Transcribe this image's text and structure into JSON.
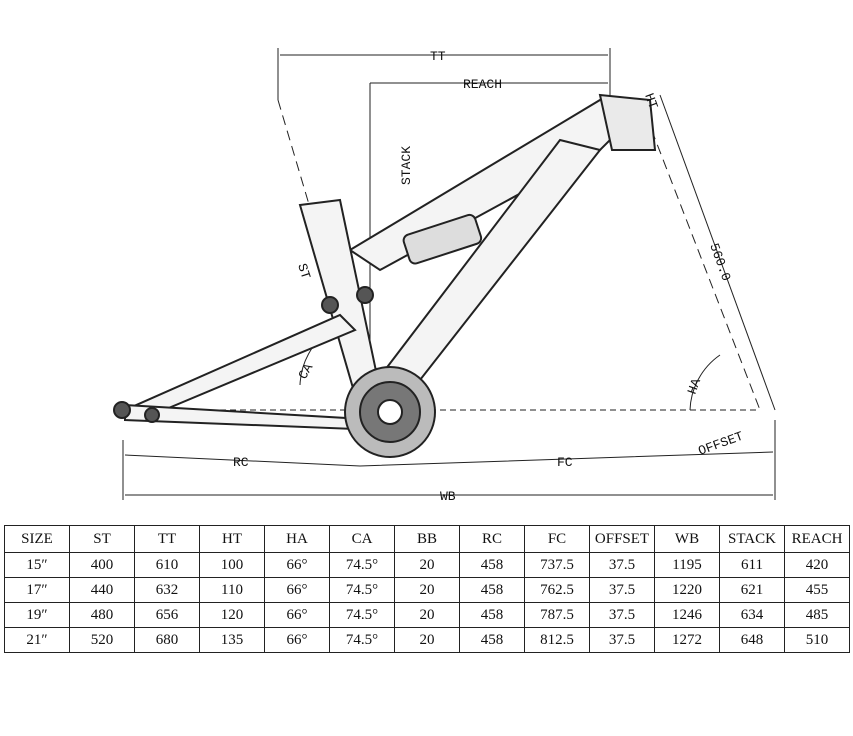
{
  "diagram": {
    "labels": {
      "tt": "TT",
      "reach": "REACH",
      "stack": "STACK",
      "ht": "HT",
      "length_560": "560.0",
      "st": "ST",
      "ca": "CA",
      "ha": "HA",
      "offset": "OFFSET",
      "rc": "RC",
      "fc": "FC",
      "wb": "WB"
    }
  },
  "table": {
    "headers": [
      "SIZE",
      "ST",
      "TT",
      "HT",
      "HA",
      "CA",
      "BB",
      "RC",
      "FC",
      "OFFSET",
      "WB",
      "STACK",
      "REACH"
    ],
    "rows": [
      [
        "15″",
        "400",
        "610",
        "100",
        "66°",
        "74.5°",
        "20",
        "458",
        "737.5",
        "37.5",
        "1195",
        "611",
        "420"
      ],
      [
        "17″",
        "440",
        "632",
        "110",
        "66°",
        "74.5°",
        "20",
        "458",
        "762.5",
        "37.5",
        "1220",
        "621",
        "455"
      ],
      [
        "19″",
        "480",
        "656",
        "120",
        "66°",
        "74.5°",
        "20",
        "458",
        "787.5",
        "37.5",
        "1246",
        "634",
        "485"
      ],
      [
        "21″",
        "520",
        "680",
        "135",
        "66°",
        "74.5°",
        "20",
        "458",
        "812.5",
        "37.5",
        "1272",
        "648",
        "510"
      ]
    ]
  }
}
